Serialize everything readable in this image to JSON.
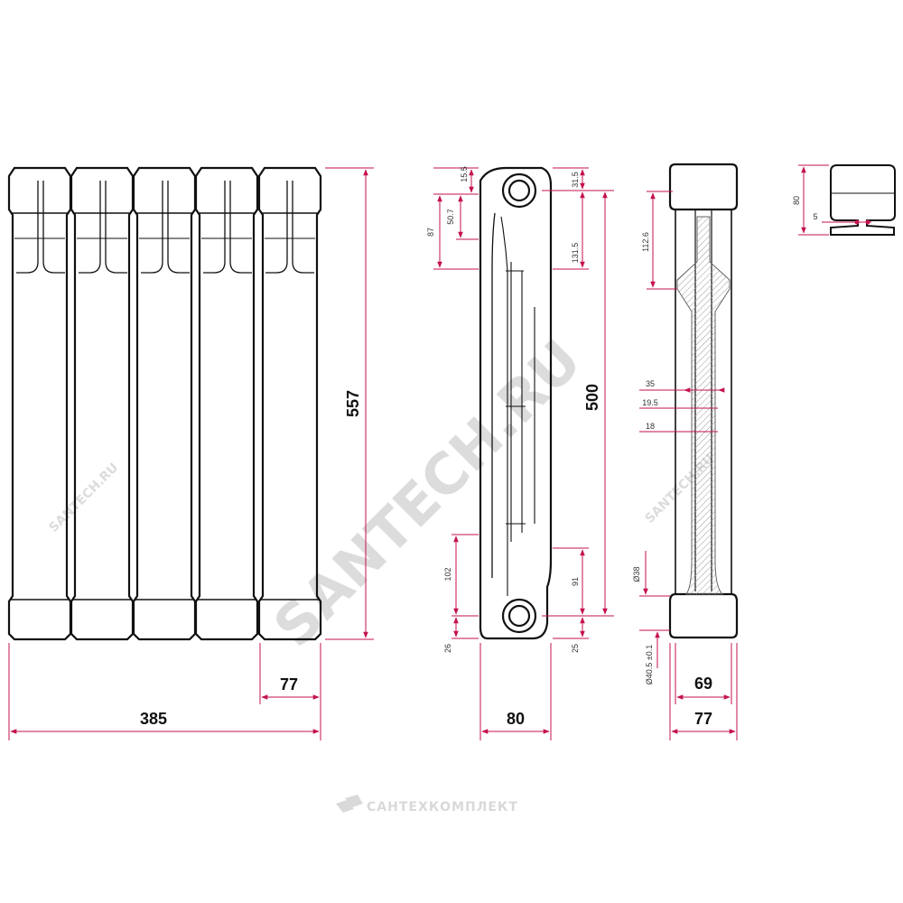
{
  "colors": {
    "outline": "#111111",
    "dimension": "#c4124d",
    "hatch": "#999999",
    "watermark": "#dddddd"
  },
  "front_view": {
    "overall_width": "385",
    "section_width": "77",
    "overall_height": "557",
    "section_count": 5
  },
  "side_view": {
    "depth": "80",
    "axis_distance": "500",
    "top_offset_15_5": "15.5",
    "top_offset_50_7": "50.7",
    "top_offset_87": "87",
    "top_offset_31_5": "31.5",
    "top_offset_131_5": "131.5",
    "bottom_offset_102": "102",
    "bottom_offset_26": "26",
    "bottom_offset_91": "91",
    "bottom_offset_25": "25"
  },
  "section_view": {
    "top_112_6": "112.6",
    "width_35": "35",
    "width_19_5": "19.5",
    "width_18": "18",
    "bore_38": "Ø38",
    "bore_40_5": "Ø40.5 ±0.1",
    "inner_width": "69",
    "outer_width": "77"
  },
  "detail_view": {
    "height_80": "80",
    "gap_5": "5"
  },
  "watermarks": {
    "main": "SANTECH.RU",
    "small": "SANTECH.RU",
    "brand": "САНТЕХКОМПЛЕКТ"
  },
  "icons": {
    "brand_logo": "santehkomplekt-logo-icon"
  }
}
